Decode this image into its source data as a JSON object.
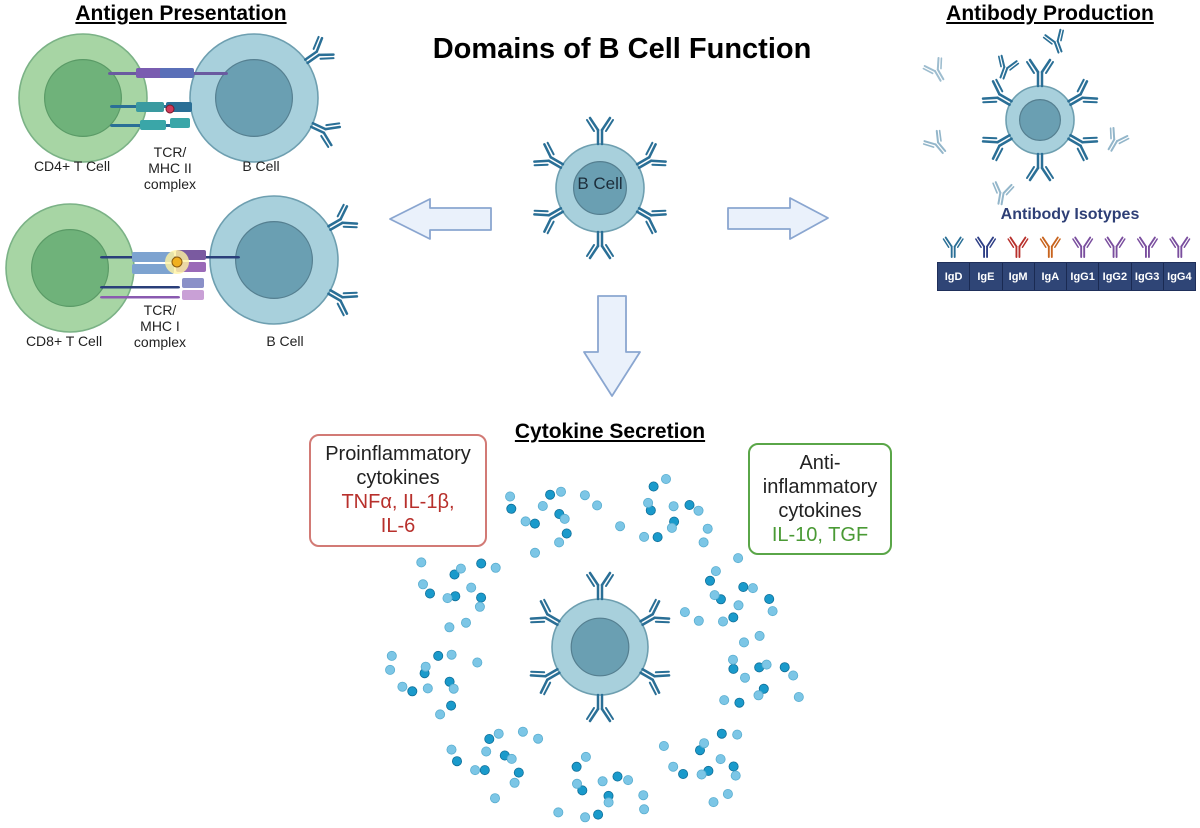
{
  "title": "Domains of B Cell Function",
  "antigen_presentation": {
    "heading": "Antigen Presentation",
    "top": {
      "t_cell": "CD4+ T Cell",
      "complex_line1": "TCR/",
      "complex_line2": "MHC II",
      "complex_line3": "complex",
      "b_cell": "B Cell"
    },
    "bottom": {
      "t_cell": "CD8+ T Cell",
      "complex_line1": "TCR/",
      "complex_line2": "MHC I",
      "complex_line3": "complex",
      "b_cell": "B Cell"
    }
  },
  "center_cell_label": "B Cell",
  "antibody_production": {
    "heading": "Antibody Production",
    "isotypes_title": "Antibody Isotypes",
    "isotypes": [
      {
        "name": "IgD",
        "color": "#2a6f96"
      },
      {
        "name": "IgE",
        "color": "#2e3f86"
      },
      {
        "name": "IgM",
        "color": "#b8302c"
      },
      {
        "name": "IgA",
        "color": "#c8641e"
      },
      {
        "name": "IgG1",
        "color": "#7a4e9e"
      },
      {
        "name": "IgG2",
        "color": "#7a4e9e"
      },
      {
        "name": "IgG3",
        "color": "#7a4e9e"
      },
      {
        "name": "IgG4",
        "color": "#7a4e9e"
      }
    ]
  },
  "cytokine_secretion": {
    "heading": "Cytokine Secretion",
    "pro": {
      "line1": "Proinflammatory",
      "line2": "cytokines",
      "line3": "TNFα, IL-1β,",
      "line4": "IL-6",
      "color": "#b8302c"
    },
    "anti": {
      "line1": "Anti-",
      "line2": "inflammatory",
      "line3": "cytokines",
      "line4": "IL-10, TGF",
      "color": "#4a9a35"
    }
  },
  "colors": {
    "b_cell_fill": "#a8d0dc",
    "b_cell_nucleus": "#6a9fb2",
    "t_cell_fill": "#a7d5a4",
    "t_cell_nucleus": "#6fb27a",
    "antibody": "#2a6f96",
    "arrow_fill": "#eaf1fb",
    "arrow_stroke": "#8aa6d0"
  }
}
